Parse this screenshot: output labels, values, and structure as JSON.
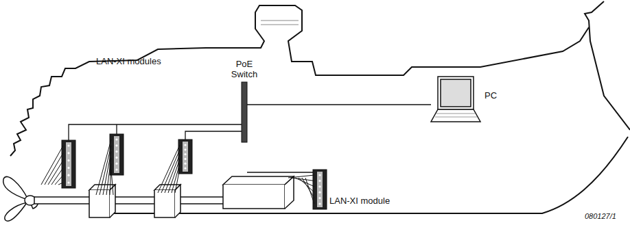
{
  "diagram": {
    "nodes": [
      {
        "text": [
          "PoE Switch"
        ]
      },
      {
        "text": [
          "PC"
        ]
      },
      {
        "text": [
          "LAN-XI module"
        ]
      }
    ],
    "edges": [
      {
        "from": 0,
        "to": 1,
        "arrow": "none"
      },
      {
        "from": 0,
        "to": 2,
        "arrow": "none"
      }
    ],
    "labels": [
      "LAN-XI modules",
      "080127/1"
    ]
  }
}
